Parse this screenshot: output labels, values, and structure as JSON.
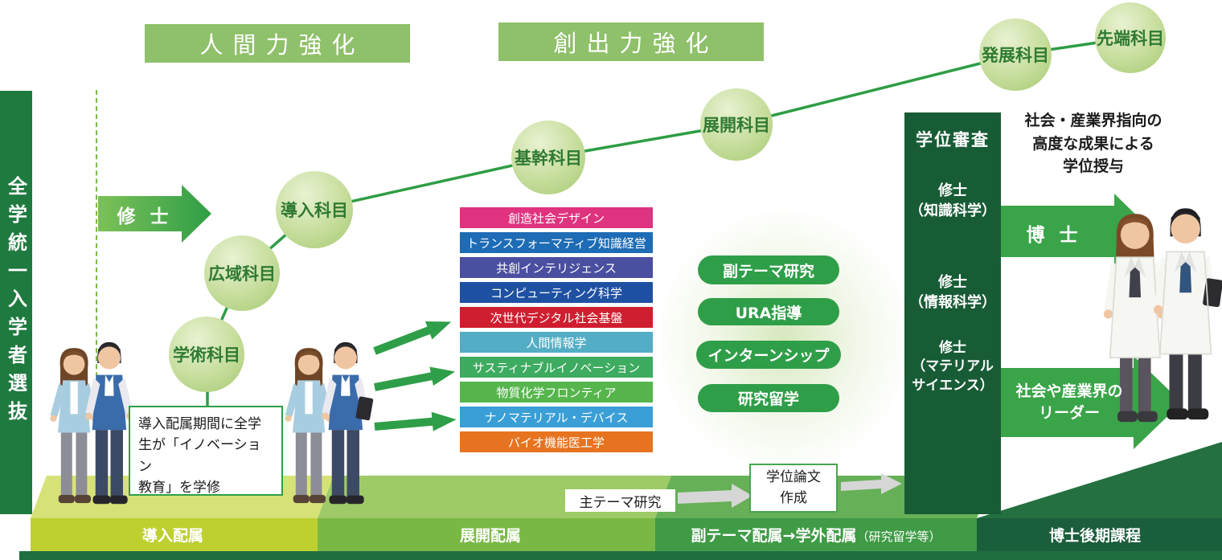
{
  "palette": {
    "header_green": "#8fc06a",
    "left_bar_green": "#1f7a40",
    "tower_green": "#185c36",
    "pill_green": "#2f9e48",
    "arrow_green": "#3aa449",
    "line_green": "#2e9d45"
  },
  "left_bar": {
    "label": "全学統一入学者選抜"
  },
  "headers": {
    "human_power": "人間力強化",
    "creation_power": "創出力強化"
  },
  "masters_arrow_label": "修 士",
  "doctor_arrow_label": "博 士",
  "path_circles": [
    {
      "label": "学術科目"
    },
    {
      "label": "広域科目"
    },
    {
      "label": "導入科目"
    },
    {
      "label": "基幹科目"
    },
    {
      "label": "展開科目"
    },
    {
      "label": "発展科目"
    },
    {
      "label": "先端科目"
    }
  ],
  "intro_note": "導入配属期間に全学\n生が「イノベーション\n教育」を学修",
  "subject_bars": [
    {
      "label": "創造社会デザイン",
      "color": "#e0337f"
    },
    {
      "label": "トランスフォーマティブ知識経営",
      "color": "#1d6cb5"
    },
    {
      "label": "共創インテリジェンス",
      "color": "#4a4fa0"
    },
    {
      "label": "コンピューティング科学",
      "color": "#1f51a2"
    },
    {
      "label": "次世代デジタル社会基盤",
      "color": "#cf1e2f"
    },
    {
      "label": "人間情報学",
      "color": "#53adc5"
    },
    {
      "label": "サスティナブルイノベーション",
      "color": "#3dab60"
    },
    {
      "label": "物質化学フロンティア",
      "color": "#57b54d"
    },
    {
      "label": "ナノマテリアル・デバイス",
      "color": "#3a9fd6"
    },
    {
      "label": "バイオ機能医工学",
      "color": "#e67320"
    }
  ],
  "support_pills": [
    {
      "label": "副テーマ研究"
    },
    {
      "label": "URA指導"
    },
    {
      "label": "インターンシップ"
    },
    {
      "label": "研究留学"
    }
  ],
  "tower": {
    "title": "学位審査",
    "degrees": [
      "修士\n（知識科学）",
      "修士\n（情報科学）",
      "修士\n（マテリアル\nサイエンス）"
    ]
  },
  "award_note": "社会・産業界指向の\n高度な成果による\n学位授与",
  "leader_arrow_label": "社会や産業界の\nリーダー",
  "main_theme_label": "主テーマ研究",
  "thesis_label": "学位論文\n作成",
  "bottom_bands": [
    {
      "label": "導入配属",
      "suffix": "",
      "color": "#bdd030",
      "top": "#d6e277"
    },
    {
      "label": "展開配属",
      "suffix": "",
      "color": "#7ab845",
      "top": "#9ecb68"
    },
    {
      "label": "副テーマ配属→学外配属",
      "suffix": "（研究留学等）",
      "color": "#3f9b45",
      "top": "#66b057"
    },
    {
      "label": "博士後期課程",
      "suffix": "",
      "color": "#1b5e3b",
      "top": "#247041"
    }
  ]
}
